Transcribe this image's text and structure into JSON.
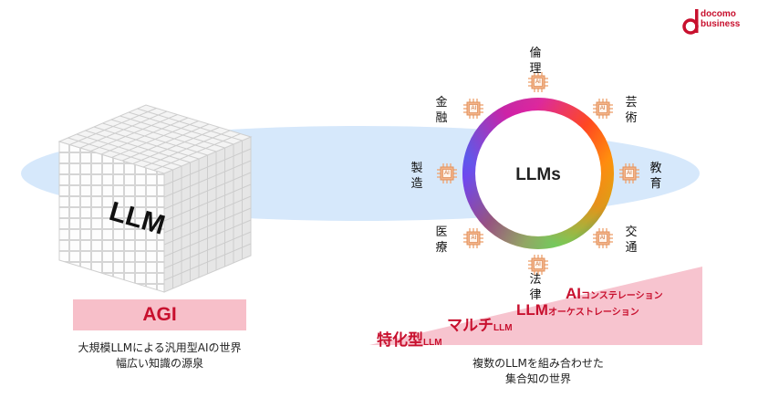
{
  "brand": {
    "name_line1": "docomo",
    "name_line2": "business",
    "color": "#c8102e"
  },
  "left": {
    "cube_label": "LLM",
    "agi_label": "AGI",
    "caption_line1": "大規模LLMによる汎用型AIの世界",
    "caption_line2": "幅広い知識の源泉"
  },
  "right": {
    "center_label": "LLMs",
    "chip_label": "AI",
    "domains": [
      "倫理",
      "芸術",
      "教育",
      "交通",
      "法律",
      "医療",
      "製造",
      "金融"
    ],
    "caption_line1": "複数のLLMを組み合わせた",
    "caption_line2": "集合知の世界"
  },
  "stages": [
    {
      "main": "特化型",
      "sub": "LLM"
    },
    {
      "main": "マルチ",
      "sub": "LLM"
    },
    {
      "main": "LLM",
      "sub": "オーケストレーション"
    },
    {
      "main": "AI",
      "sub": "コンステレーション"
    }
  ],
  "colors": {
    "accent": "#c8102e",
    "band_pink": "#f7bfc9",
    "ellipse_blue": "#d6e8fb",
    "chip_orange": "#f0a878"
  }
}
